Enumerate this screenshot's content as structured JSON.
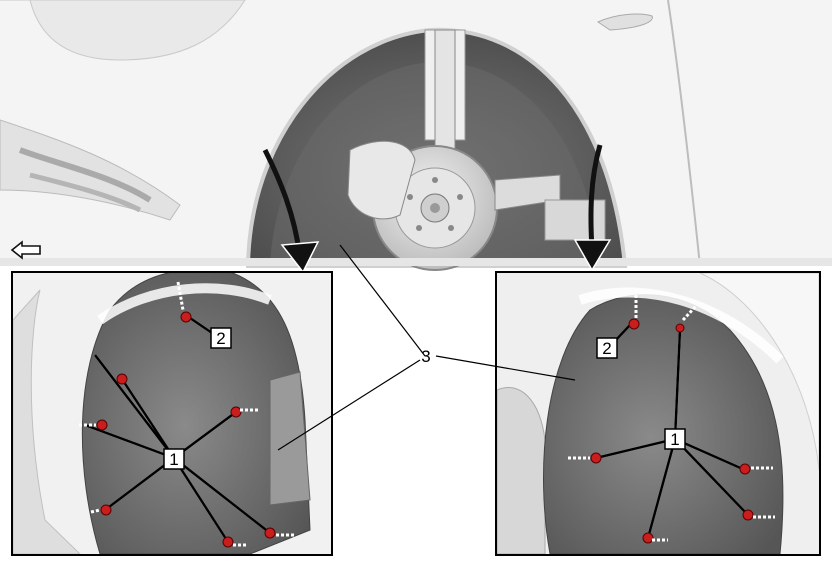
{
  "callouts": {
    "fastener_label": "1",
    "clip_label": "2",
    "liner_label": "3"
  },
  "icons": {
    "direction": "left-arrow-icon",
    "rotation": "curved-arrow-icon",
    "fastener": "red-push-pin-icon"
  },
  "colors": {
    "fastener": "#c81e1e",
    "background": "#ffffff",
    "outline": "#000000"
  }
}
